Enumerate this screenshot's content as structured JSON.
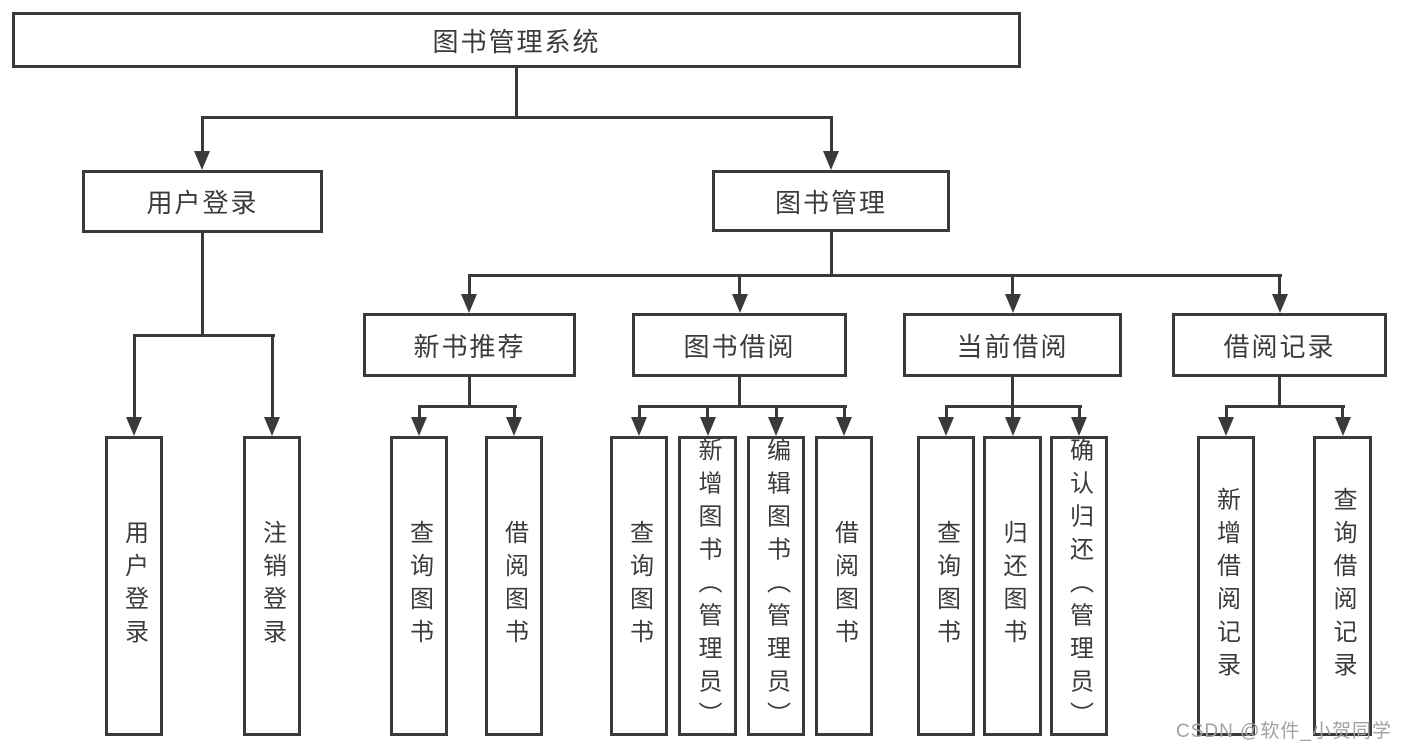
{
  "tree": {
    "label": "图书管理系统",
    "children": [
      {
        "label": "用户登录",
        "children": [
          {
            "label": "用户登录"
          },
          {
            "label": "注销登录"
          }
        ]
      },
      {
        "label": "图书管理",
        "children": [
          {
            "label": "新书推荐",
            "children": [
              {
                "label": "查询图书"
              },
              {
                "label": "借阅图书"
              }
            ]
          },
          {
            "label": "图书借阅",
            "children": [
              {
                "label": "查询图书"
              },
              {
                "label": "新增图书（管理员）"
              },
              {
                "label": "编辑图书（管理员）"
              },
              {
                "label": "借阅图书"
              }
            ]
          },
          {
            "label": "当前借阅",
            "children": [
              {
                "label": "查询图书"
              },
              {
                "label": "归还图书"
              },
              {
                "label": "确认归还（管理员）"
              }
            ]
          },
          {
            "label": "借阅记录",
            "children": [
              {
                "label": "新增借阅记录"
              },
              {
                "label": "查询借阅记录"
              }
            ]
          }
        ]
      }
    ]
  },
  "watermark": "CSDN @软件_小贺同学",
  "colors": {
    "line": "#3a3a3a",
    "text": "#3b3b3b",
    "watermark": "#a2a2a2",
    "background": "#ffffff"
  }
}
